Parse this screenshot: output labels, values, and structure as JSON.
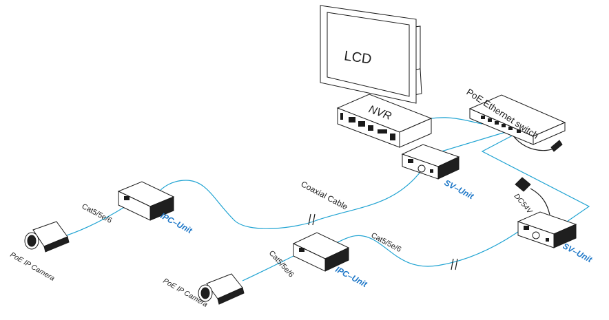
{
  "diagram": {
    "lcd_label": "LCD",
    "nvr_label": "NVR",
    "switch_label": "PoE Ethernet switch",
    "sv_unit_top_label": "SV–Unit",
    "sv_unit_right_label": "SV–Unit",
    "ipc_unit_left_label": "IPC–Unit",
    "ipc_unit_mid_label": "IPC–Unit",
    "coaxial_label": "Coaxial Cable",
    "cat_left_label": "Cat5/5e/6",
    "cat_mid_label": "Cat5/5e/6",
    "cat_right_label": "Cat5/5e/6",
    "dc_label": "DC54V",
    "camera_left_label": "PoE IP Camera",
    "camera_mid_label": "PoE IP Camera",
    "colors": {
      "cable": "#1fa3d2",
      "unit_label": "#1f78c8",
      "outline": "#1a1a1a"
    }
  }
}
